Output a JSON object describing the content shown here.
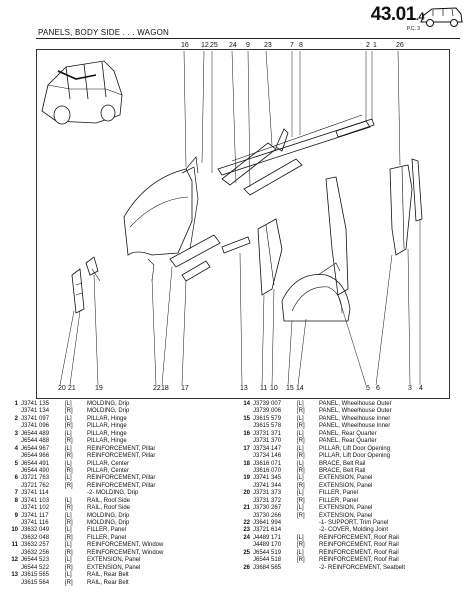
{
  "header": {
    "code_main": "43.01",
    "code_sub": ".4",
    "pc": "P.C. 3",
    "title": "PANELS, BODY SIDE . . . WAGON"
  },
  "callouts_top": [
    "16",
    "12",
    "25",
    "24",
    "9",
    "23",
    "7",
    "8",
    "2",
    "1",
    "26"
  ],
  "callouts_bottom": [
    "20",
    "21",
    "19",
    "22",
    "18",
    "17",
    "13",
    "11",
    "10",
    "15",
    "14",
    "5",
    "6",
    "3",
    "4"
  ],
  "parts_left": [
    {
      "n": "1",
      "pn": "J3741 135",
      "pos": "[L]",
      "desc": "MOLDING, Drip"
    },
    {
      "n": "",
      "pn": "J3741 134",
      "pos": "[R]",
      "desc": "MOLDING, Drip"
    },
    {
      "n": "2",
      "pn": "J3741 097",
      "pos": "[L]",
      "desc": "PILLAR, Hinge"
    },
    {
      "n": "",
      "pn": "J3741 096",
      "pos": "[R]",
      "desc": "PILLAR, Hinge"
    },
    {
      "n": "3",
      "pn": "J6544 489",
      "pos": "[L]",
      "desc": "PILLAR, Hinge"
    },
    {
      "n": "",
      "pn": "J6544 488",
      "pos": "[R]",
      "desc": "PILLAR, Hinge"
    },
    {
      "n": "4",
      "pn": "J6544 967",
      "pos": "[L]",
      "desc": "REINFORCEMENT, Pillar"
    },
    {
      "n": "",
      "pn": "J6544 966",
      "pos": "[R]",
      "desc": "REINFORCEMENT, Pillar"
    },
    {
      "n": "5",
      "pn": "J6544 491",
      "pos": "[L]",
      "desc": "PILLAR, Center"
    },
    {
      "n": "",
      "pn": "J6544 490",
      "pos": "[R]",
      "desc": "PILLAR, Center"
    },
    {
      "n": "6",
      "pn": "J3721 763",
      "pos": "[L]",
      "desc": "REINFORCEMENT, Pillar"
    },
    {
      "n": "",
      "pn": "J3721 762",
      "pos": "[R]",
      "desc": "REINFORCEMENT, Pillar"
    },
    {
      "n": "7",
      "pn": "J3741 114",
      "pos": "",
      "desc": "-2- MOLDING, Drip"
    },
    {
      "n": "8",
      "pn": "J3741 103",
      "pos": "[L]",
      "desc": "RAIL, Roof Side"
    },
    {
      "n": "",
      "pn": "J3741 102",
      "pos": "[R]",
      "desc": "RAIL, Roof Side"
    },
    {
      "n": "9",
      "pn": "J3741 117",
      "pos": "[L]",
      "desc": "MOLDING, Drip"
    },
    {
      "n": "",
      "pn": "J3741 116",
      "pos": "[R]",
      "desc": "MOLDING, Drip"
    },
    {
      "n": "10",
      "pn": "J3632 049",
      "pos": "[L]",
      "desc": "FILLER, Panel"
    },
    {
      "n": "",
      "pn": "J3632 048",
      "pos": "[R]",
      "desc": "FILLER, Panel"
    },
    {
      "n": "11",
      "pn": "J3632 257",
      "pos": "[L]",
      "desc": "REINFORCEMENT, Window"
    },
    {
      "n": "",
      "pn": "J3632 256",
      "pos": "[R]",
      "desc": "REINFORCEMENT, Window"
    },
    {
      "n": "12",
      "pn": "J6544 523",
      "pos": "[L]",
      "desc": "EXTENSION, Panel"
    },
    {
      "n": "",
      "pn": "J6544 522",
      "pos": "[R]",
      "desc": "EXTENSION, Panel"
    },
    {
      "n": "13",
      "pn": "J3615 565",
      "pos": "[L]",
      "desc": "RAIL, Rear Belt"
    },
    {
      "n": "",
      "pn": "J3615 564",
      "pos": "[R]",
      "desc": "RAIL, Rear Belt"
    }
  ],
  "parts_right": [
    {
      "n": "14",
      "pn": "J3739 007",
      "pos": "[L]",
      "desc": "PANEL, Wheelhouse Outer"
    },
    {
      "n": "",
      "pn": "J3739 006",
      "pos": "[R]",
      "desc": "PANEL, Wheelhouse Outer"
    },
    {
      "n": "15",
      "pn": "J3615 579",
      "pos": "[L]",
      "desc": "PANEL, Wheelhouse Inner"
    },
    {
      "n": "",
      "pn": "J3615 578",
      "pos": "[R]",
      "desc": "PANEL, Wheelhouse Inner"
    },
    {
      "n": "16",
      "pn": "J3731 371",
      "pos": "[L]",
      "desc": "PANEL, Rear Quarter"
    },
    {
      "n": "",
      "pn": "J3731 370",
      "pos": "[R]",
      "desc": "PANEL, Rear Quarter"
    },
    {
      "n": "17",
      "pn": "J3734 147",
      "pos": "[L]",
      "desc": "PILLAR, Lift Door Opening"
    },
    {
      "n": "",
      "pn": "J3734 146",
      "pos": "[R]",
      "desc": "PILLAR, Lift Door Opening"
    },
    {
      "n": "18",
      "pn": "J3616 071",
      "pos": "[L]",
      "desc": "BRACE, Belt Rail"
    },
    {
      "n": "",
      "pn": "J3616 070",
      "pos": "[R]",
      "desc": "BRACE, Belt Rail"
    },
    {
      "n": "19",
      "pn": "J3741 345",
      "pos": "[L]",
      "desc": "EXTENSION, Panel"
    },
    {
      "n": "",
      "pn": "J3741 344",
      "pos": "[R]",
      "desc": "EXTENSION, Panel"
    },
    {
      "n": "20",
      "pn": "J3731 373",
      "pos": "[L]",
      "desc": "FILLER, Panel"
    },
    {
      "n": "",
      "pn": "J3731 372",
      "pos": "[R]",
      "desc": "FILLER, Panel"
    },
    {
      "n": "21",
      "pn": "J3730 267",
      "pos": "[L]",
      "desc": "EXTENSION, Panel"
    },
    {
      "n": "",
      "pn": "J3730 266",
      "pos": "[R]",
      "desc": "EXTENSION, Panel"
    },
    {
      "n": "22",
      "pn": "J3641 994",
      "pos": "",
      "desc": "-1- SUPPORT, Trim Panel"
    },
    {
      "n": "23",
      "pn": "J3721 614",
      "pos": "",
      "desc": "-2- COVER, Molding Joint"
    },
    {
      "n": "24",
      "pn": "J4489 171",
      "pos": "[L]",
      "desc": "REINFORCEMENT, Roof Rail"
    },
    {
      "n": "",
      "pn": "J4489 170",
      "pos": "[R]",
      "desc": "REINFORCEMENT, Roof Rail"
    },
    {
      "n": "25",
      "pn": "J6544 519",
      "pos": "[L]",
      "desc": "REINFORCEMENT, Roof Rail"
    },
    {
      "n": "",
      "pn": "J6544 518",
      "pos": "[R]",
      "desc": "REINFORCEMENT, Roof Rail"
    },
    {
      "n": "26",
      "pn": "J3684 565",
      "pos": "",
      "desc": "-2- REINFORCEMENT, Seatbelt"
    }
  ]
}
